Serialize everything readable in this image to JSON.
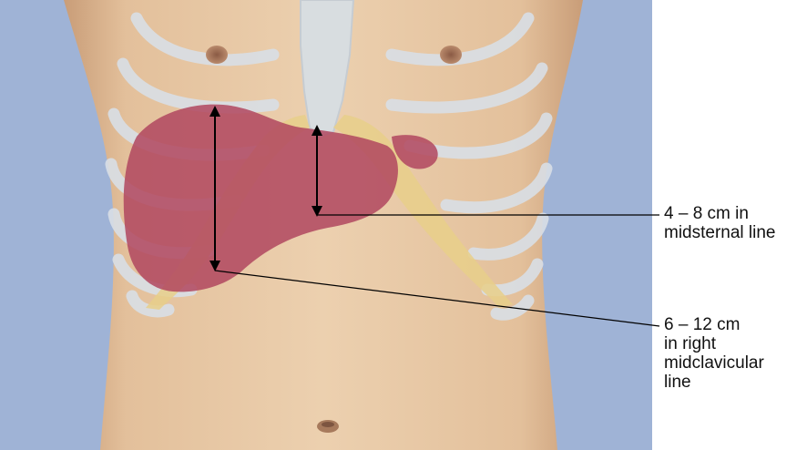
{
  "annotations": {
    "midsternal": {
      "lines": [
        "4 – 8 cm in",
        "midsternal line"
      ]
    },
    "midclavicular": {
      "lines": [
        "6 – 12 cm",
        "in right",
        "midclavicular",
        "line"
      ]
    }
  },
  "colors": {
    "background": "#9fb3d6",
    "skin": "#e6c6a4",
    "skin_shadow": "#d2ab86",
    "rib": "#d9dfe6",
    "cartilage": "#e8cf8a",
    "liver": "#b0465f",
    "leader": "#000000"
  }
}
